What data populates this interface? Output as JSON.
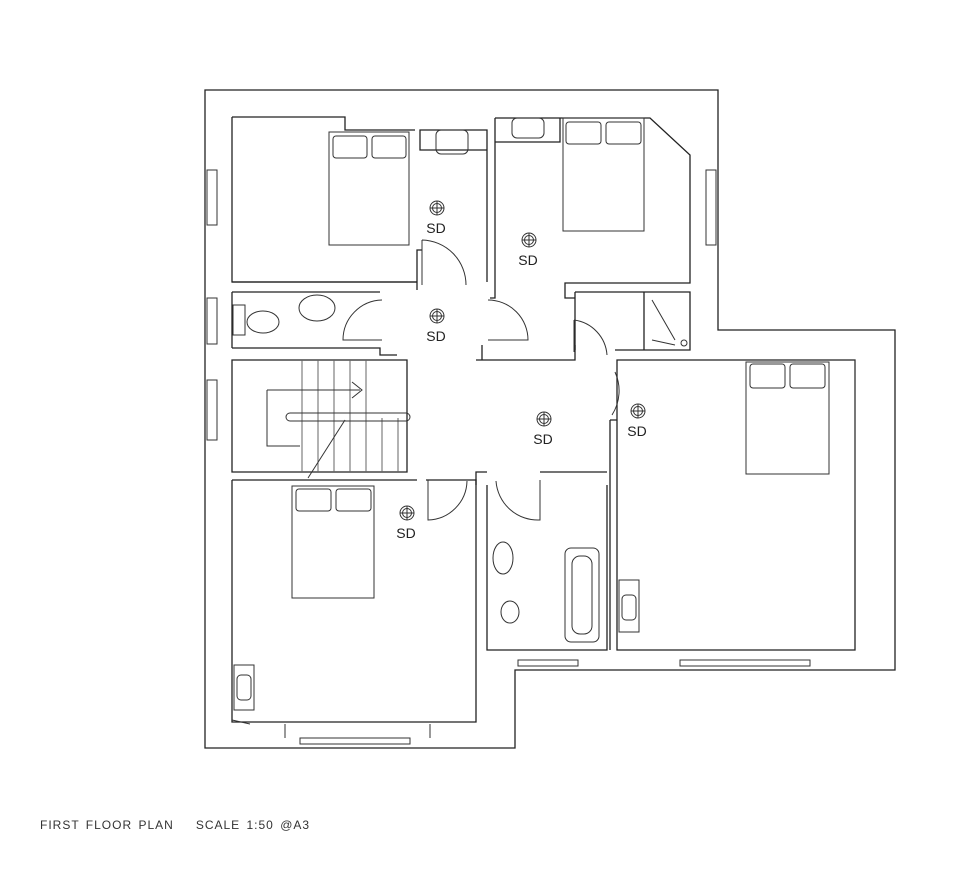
{
  "plan": {
    "title": "FIRST FLOOR PLAN",
    "scale": "SCALE 1:50 @A3"
  },
  "smoke_detectors": [
    {
      "label": "SD",
      "room": "bedroom-top-left"
    },
    {
      "label": "SD",
      "room": "bedroom-top-right"
    },
    {
      "label": "SD",
      "room": "landing"
    },
    {
      "label": "SD",
      "room": "hall"
    },
    {
      "label": "SD",
      "room": "hall-right"
    },
    {
      "label": "SD",
      "room": "bedroom-bottom-left"
    }
  ]
}
